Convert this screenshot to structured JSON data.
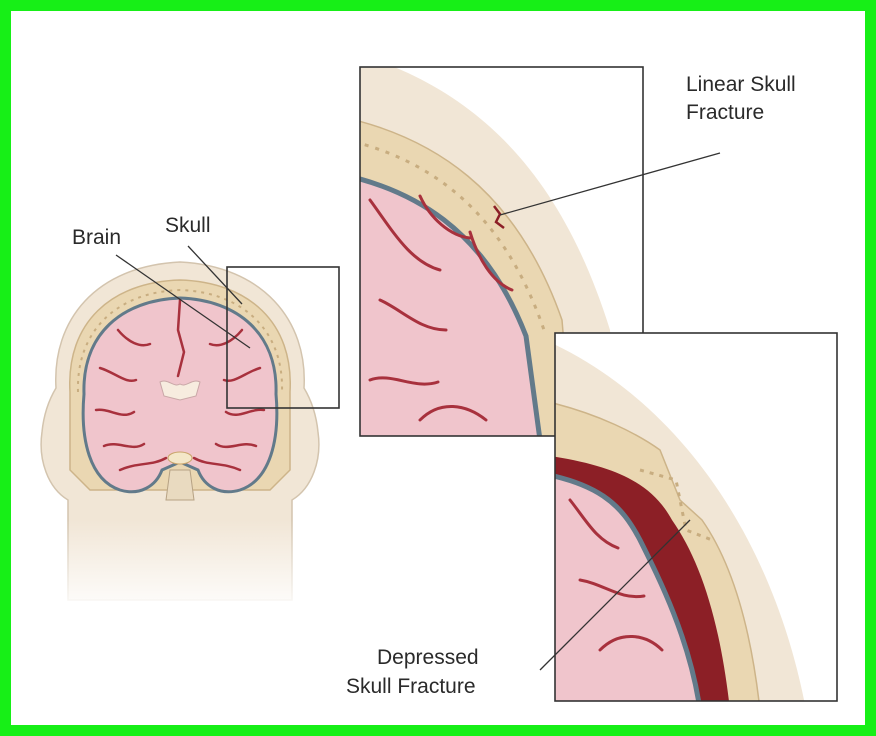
{
  "labels": {
    "brain": "Brain",
    "skull": "Skull",
    "linear_line1": "Linear Skull",
    "linear_line2": "Fracture",
    "depressed_line1": "Depressed",
    "depressed_line2": "Skull Fracture"
  },
  "colors": {
    "frame": "#17ef17",
    "skin": "#f1e6d6",
    "bone": "#ead7b2",
    "brain": "#f0c5cc",
    "sulcus": "#a8313d",
    "membrane": "#627a8a",
    "blood": "#8c1f26"
  }
}
